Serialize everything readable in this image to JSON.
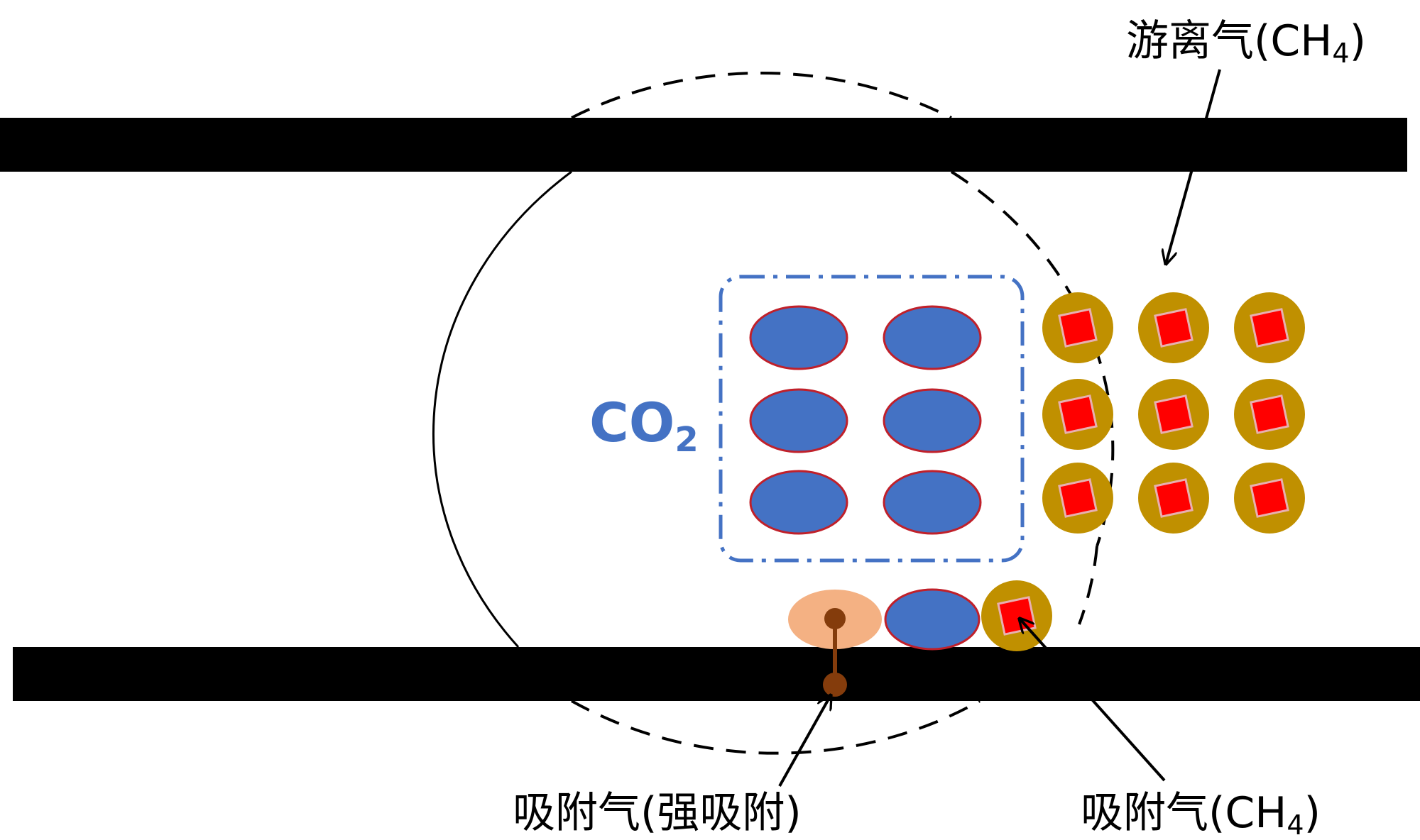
{
  "labels": {
    "free_gas": "游离气(CH",
    "free_gas_sub": "4",
    "free_gas_close": ")",
    "co2_main": "CO",
    "co2_sub": "2",
    "adsorbed_strong": "吸附气(强吸附)",
    "adsorbed_ch4": "吸附气(CH",
    "adsorbed_ch4_sub": "4",
    "adsorbed_ch4_close": ")"
  },
  "colors": {
    "wall": "#000000",
    "co2_fill": "#4472C4",
    "co2_outline": "#C0202A",
    "co2_box": "#4472C4",
    "ch4_fill": "#C09000",
    "ch4_core": "#FF0000",
    "strong_ads_fill": "#F4B183",
    "strong_ads_bond": "#843C0C"
  },
  "molecules": {
    "co2_grid": {
      "rows": 3,
      "cols": 2
    },
    "ch4_grid": {
      "rows": 3,
      "cols": 3
    },
    "adsorbed_row": [
      "strong-adsorbate",
      "co2",
      "ch4"
    ]
  }
}
